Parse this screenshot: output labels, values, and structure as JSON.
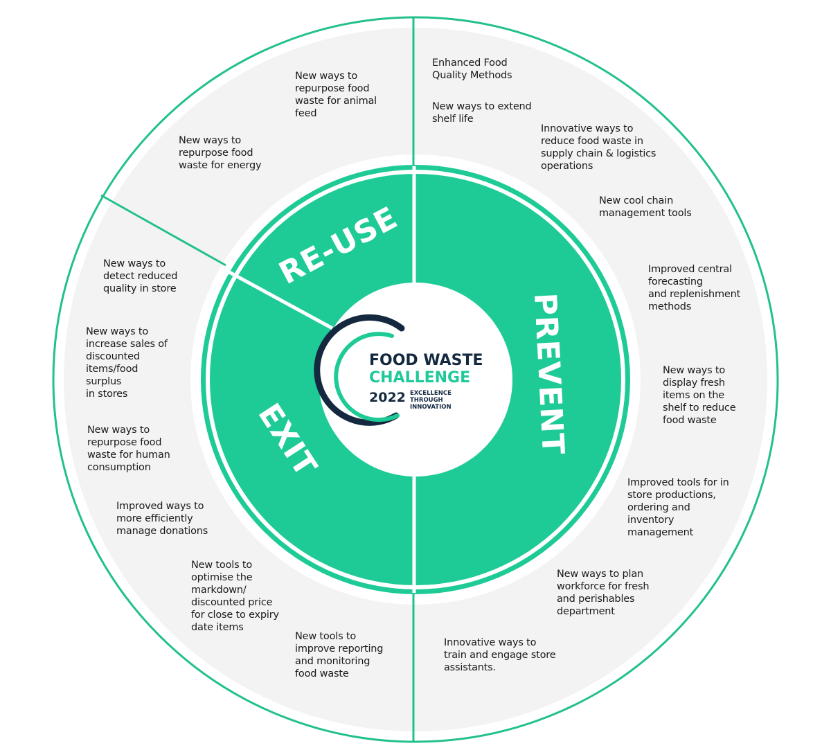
{
  "colors": {
    "green": "#1ecb96",
    "green_line": "#22c08e",
    "navy": "#14293f",
    "gray_fill": "#f3f3f3",
    "text": "#1a1a1a"
  },
  "logo": {
    "line1": "FOOD WASTE",
    "line2": "CHALLENGE",
    "year": "2022",
    "tagline": [
      "EXCELLENCE",
      "THROUGH",
      "INNOVATION"
    ]
  },
  "segments": {
    "reuse": {
      "label": "RE-USE",
      "items": [
        "New ways to\nrepurpose food\nwaste for animal\nfeed",
        "New ways to\nrepurpose food\nwaste for energy"
      ]
    },
    "prevent": {
      "label": "PREVENT",
      "items": [
        "Enhanced Food\nQuality Methods",
        "New ways to extend\nshelf life",
        "Innovative ways to\nreduce food waste in\nsupply chain & logistics\noperations",
        "New cool chain\nmanagement tools",
        "Improved central\nforecasting\nand replenishment\nmethods",
        "New ways to\ndisplay fresh\nitems on the\nshelf to reduce\nfood waste",
        "Improved tools for in\nstore productions,\nordering and\ninventory\nmanagement",
        "New ways to plan\nworkforce for fresh\nand perishables\ndepartment",
        "Innovative ways to\ntrain and engage store\nassistants."
      ]
    },
    "exit": {
      "label": "EXIT",
      "items": [
        "New ways to\ndetect reduced\nquality in store",
        "New ways to\nincrease sales of\ndiscounted\nitems/food\nsurplus\nin stores",
        "New ways to\nrepurpose food\nwaste for human\nconsumption",
        "Improved ways to\nmore efficiently\nmanage donations",
        "New tools to\noptimise the\nmarkdown/\ndiscounted price\nfor close to expiry\ndate items",
        "New tools to\nimprove reporting\nand monitoring\nfood waste"
      ]
    }
  }
}
